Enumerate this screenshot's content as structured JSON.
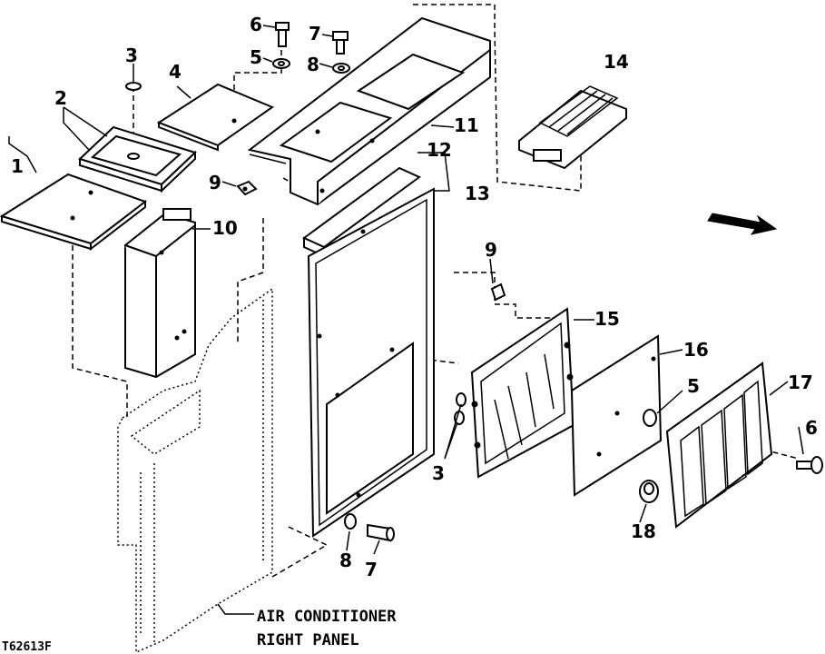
{
  "figure_id": "T62613F",
  "caption": {
    "line1": "AIR CONDITIONER",
    "line2": "RIGHT PANEL"
  },
  "callouts": [
    "1",
    "2",
    "3",
    "4",
    "5",
    "6",
    "7",
    "8",
    "9",
    "10",
    "11",
    "12",
    "13",
    "14",
    "15",
    "16",
    "17",
    "18",
    "3",
    "5",
    "6",
    "7",
    "8",
    "9"
  ],
  "icons": [
    "direction-arrow-icon"
  ]
}
